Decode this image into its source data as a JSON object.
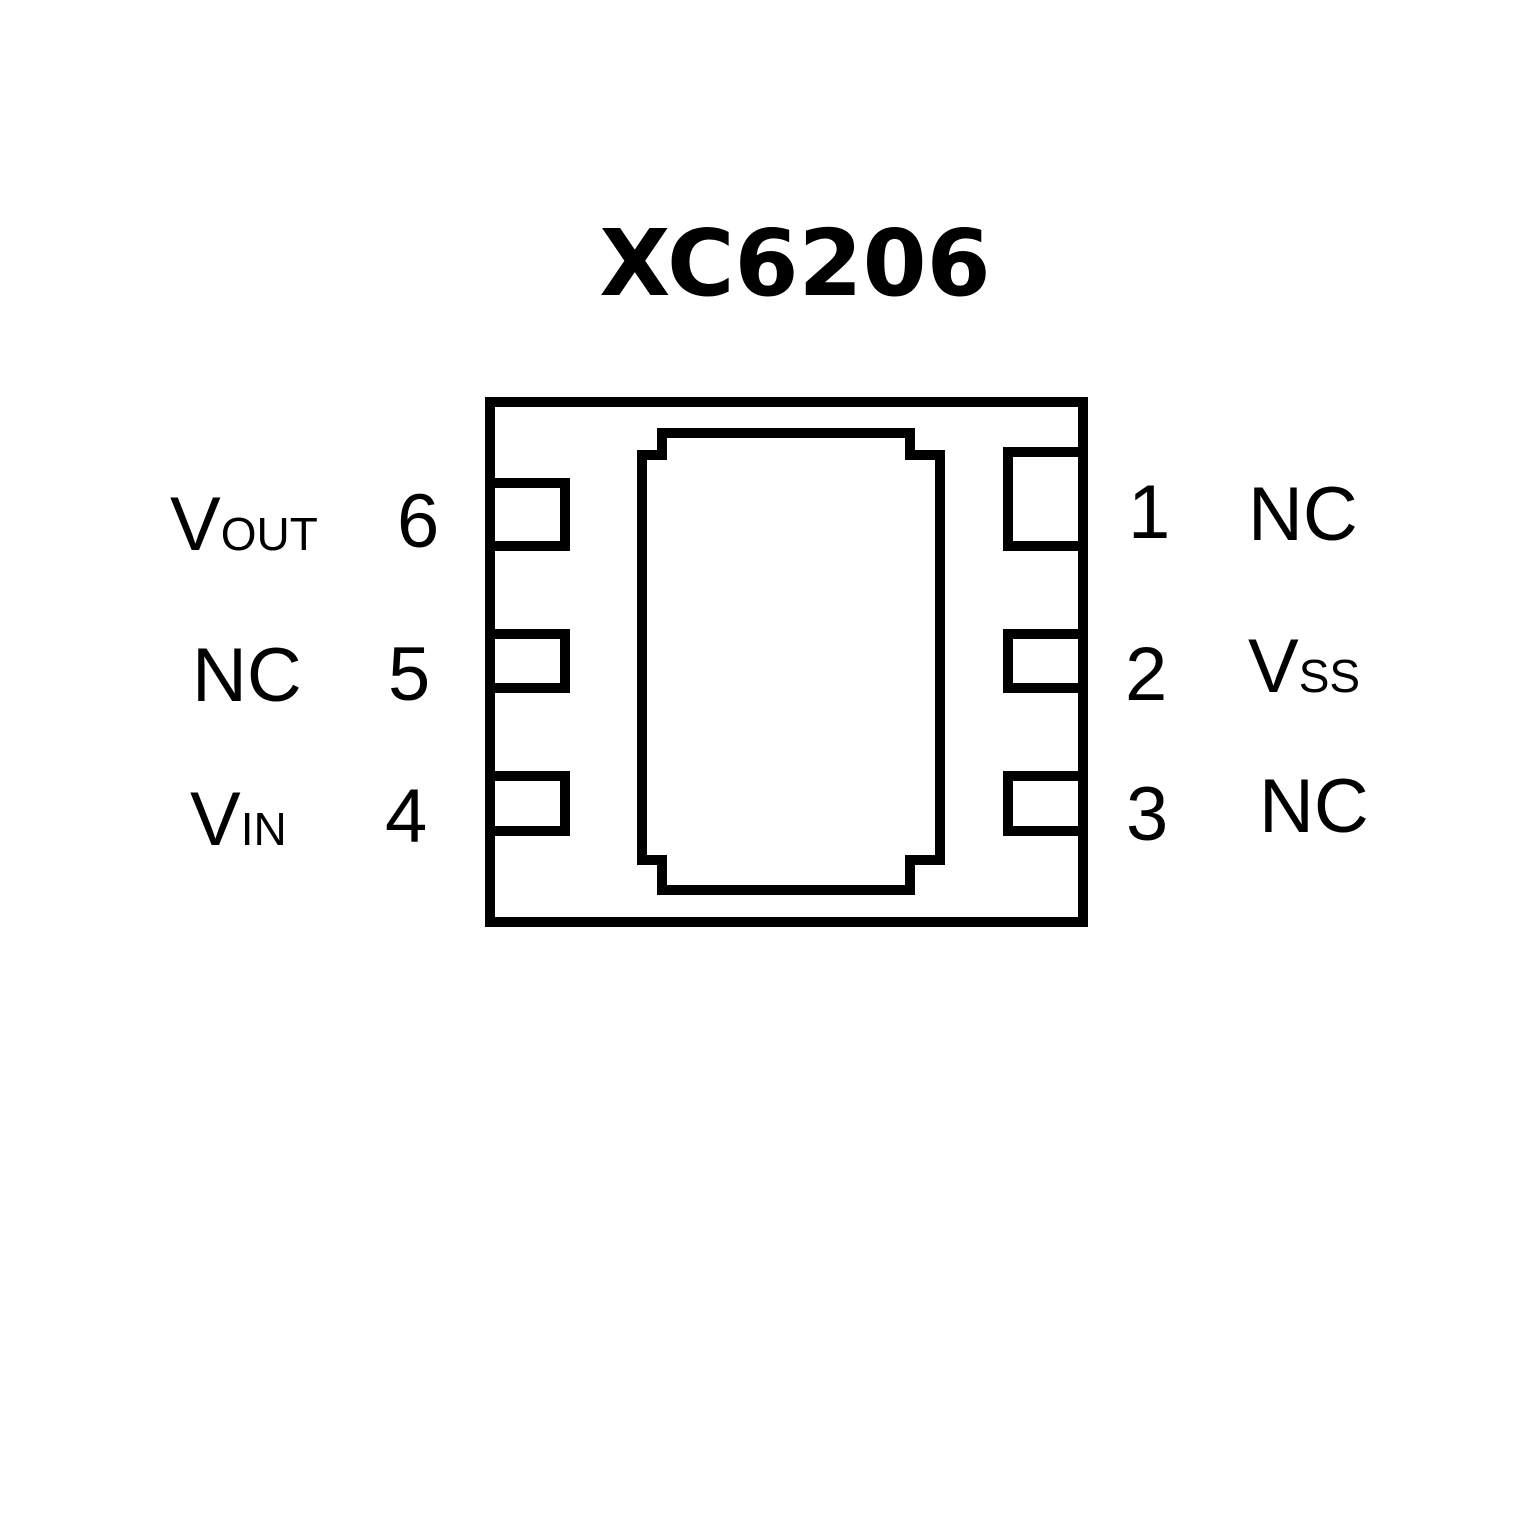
{
  "title": "XC6206",
  "pins_left": [
    {
      "number": "6",
      "name_main": "V",
      "name_sub": "OUT"
    },
    {
      "number": "5",
      "name_main": "NC",
      "name_sub": ""
    },
    {
      "number": "4",
      "name_main": "V",
      "name_sub": "IN"
    }
  ],
  "pins_right": [
    {
      "number": "1",
      "name_main": "NC",
      "name_sub": ""
    },
    {
      "number": "2",
      "name_main": "V",
      "name_sub": "SS"
    },
    {
      "number": "3",
      "name_main": "NC",
      "name_sub": ""
    }
  ],
  "colors": {
    "stroke": "#000000",
    "background": "#ffffff"
  }
}
